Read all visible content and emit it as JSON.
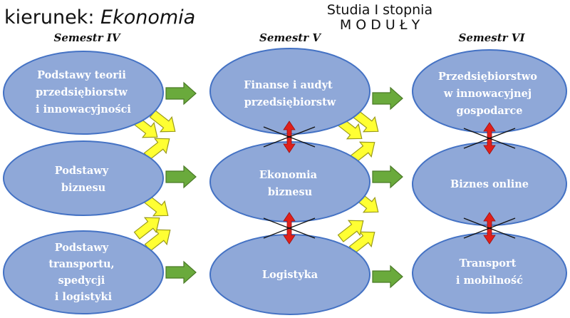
{
  "header": {
    "prefix": "kierunek:",
    "field": "Ekonomia",
    "study_level": "Studia I stopnia",
    "modules": "M O D U Ł Y"
  },
  "semesters": [
    {
      "title": "Semestr IV",
      "nodes": [
        {
          "id": "s4-teoria",
          "lines": [
            "Podstawy  teorii",
            "przedsiębiorstw",
            "i innowacyjności"
          ]
        },
        {
          "id": "s4-biznes",
          "lines": [
            "Podstawy",
            "biznesu"
          ]
        },
        {
          "id": "s4-transport",
          "lines": [
            "Podstawy",
            "transportu,",
            "spedycji",
            "i logistyki"
          ]
        }
      ]
    },
    {
      "title": "Semestr V",
      "nodes": [
        {
          "id": "s5-finanse",
          "lines": [
            "Finanse i audyt",
            "przedsiębiorstw"
          ]
        },
        {
          "id": "s5-ekonomia",
          "lines": [
            "Ekonomia",
            "biznesu"
          ]
        },
        {
          "id": "s5-logistyka",
          "lines": [
            "Logistyka"
          ]
        }
      ]
    },
    {
      "title": "Semestr VI",
      "nodes": [
        {
          "id": "s6-przedsiebiorstwo",
          "lines": [
            "Przedsiębiorstwo",
            "w innowacyjnej",
            "gospodarce"
          ]
        },
        {
          "id": "s6-biznes-online",
          "lines": [
            "Biznes online"
          ]
        },
        {
          "id": "s6-transport",
          "lines": [
            "Transport",
            "i mobilność"
          ]
        }
      ]
    }
  ],
  "arrows": {
    "green": [
      {
        "from": "s4-teoria",
        "to": "s5-finanse"
      },
      {
        "from": "s4-biznes",
        "to": "s5-ekonomia"
      },
      {
        "from": "s4-transport",
        "to": "s5-logistyka"
      },
      {
        "from": "s5-finanse",
        "to": "s6-przedsiebiorstwo"
      },
      {
        "from": "s5-ekonomia",
        "to": "s6-biznes-online"
      },
      {
        "from": "s5-logistyka",
        "to": "s6-transport"
      }
    ],
    "yellow": [
      {
        "from": "s4-teoria",
        "to": "s5-ekonomia"
      },
      {
        "from": "s4-biznes",
        "to": "s5-finanse"
      },
      {
        "from": "s4-biznes",
        "to": "s5-logistyka"
      },
      {
        "from": "s4-transport",
        "to": "s5-ekonomia"
      },
      {
        "from": "s5-finanse",
        "to": "s6-biznes-online"
      },
      {
        "from": "s5-ekonomia",
        "to": "s6-przedsiebiorstwo"
      },
      {
        "from": "s5-ekonomia",
        "to": "s6-transport"
      },
      {
        "from": "s5-logistyka",
        "to": "s6-biznes-online"
      }
    ],
    "red_crossed": [
      {
        "between": [
          "s5-finanse",
          "s5-ekonomia"
        ]
      },
      {
        "between": [
          "s5-ekonomia",
          "s5-logistyka"
        ]
      },
      {
        "between": [
          "s6-przedsiebiorstwo",
          "s6-biznes-online"
        ]
      },
      {
        "between": [
          "s6-biznes-online",
          "s6-transport"
        ]
      }
    ]
  },
  "colors": {
    "node_fill": "#8fa8d8",
    "node_stroke": "#4472c4",
    "green_arrow": "#6aaa3c",
    "yellow_arrow": "#ffff33",
    "red_arrow": "#e0201b"
  }
}
